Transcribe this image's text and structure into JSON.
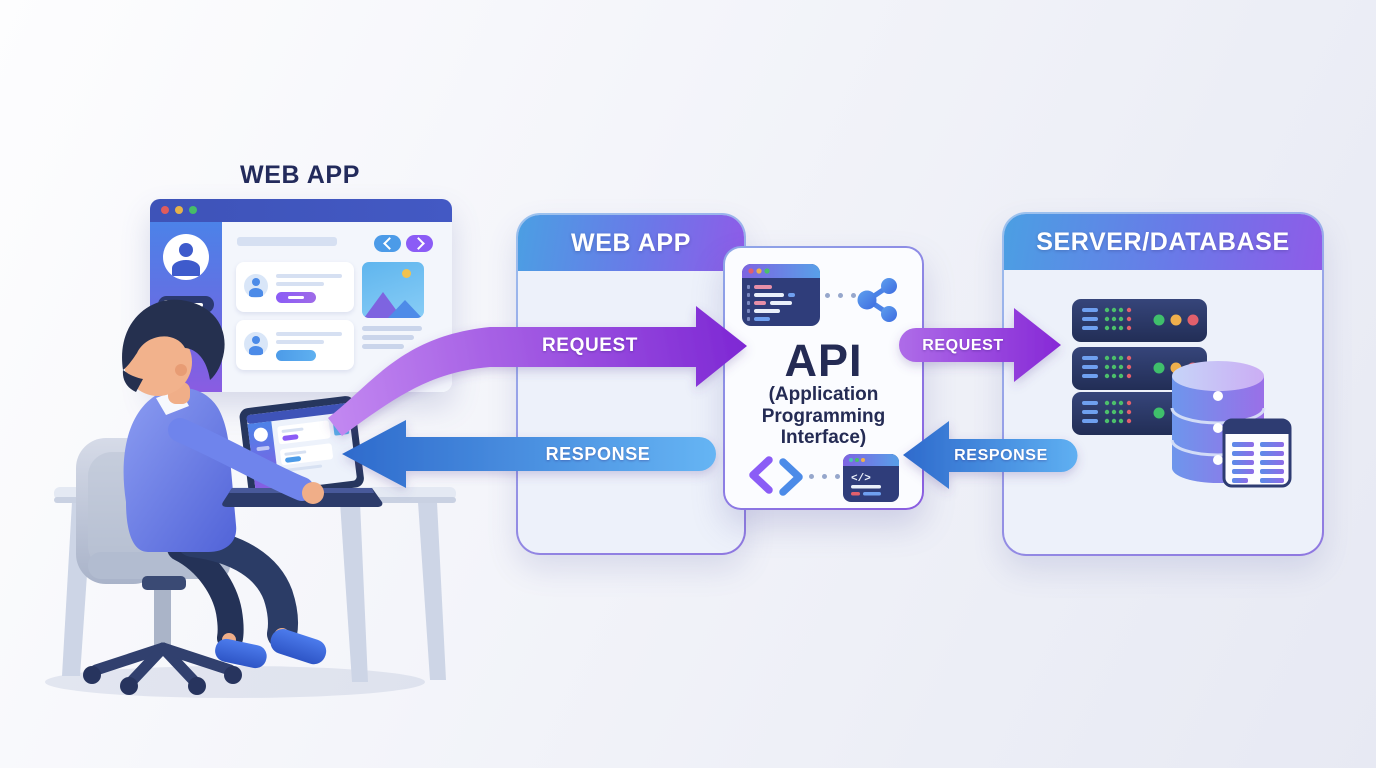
{
  "scene": {
    "title": "WEB APP"
  },
  "panels": {
    "web_app": {
      "header": "WEB APP"
    },
    "api": {
      "title": "API",
      "subtitle_lines": [
        "(Application",
        "Programming",
        "Interface)"
      ]
    },
    "server": {
      "header": "SERVER/DATABASE"
    }
  },
  "arrows": {
    "request_left": {
      "label": "REQUEST"
    },
    "response_left": {
      "label": "RESPONSE"
    },
    "request_right": {
      "label": "REQUEST"
    },
    "response_right": {
      "label": "RESPONSE"
    }
  },
  "icons": {
    "code_glyph": "</>"
  },
  "colors": {
    "header_gradient_start": "#4B9FE3",
    "header_gradient_end": "#8F5BE8",
    "request_purple": "#8A2FD8",
    "response_blue": "#3E84E0",
    "navy_text": "#232B54",
    "rack_navy": "#2F3D7A",
    "status_green": "#3FBF6B",
    "status_amber": "#EFAF4C",
    "status_red": "#E2606C"
  }
}
